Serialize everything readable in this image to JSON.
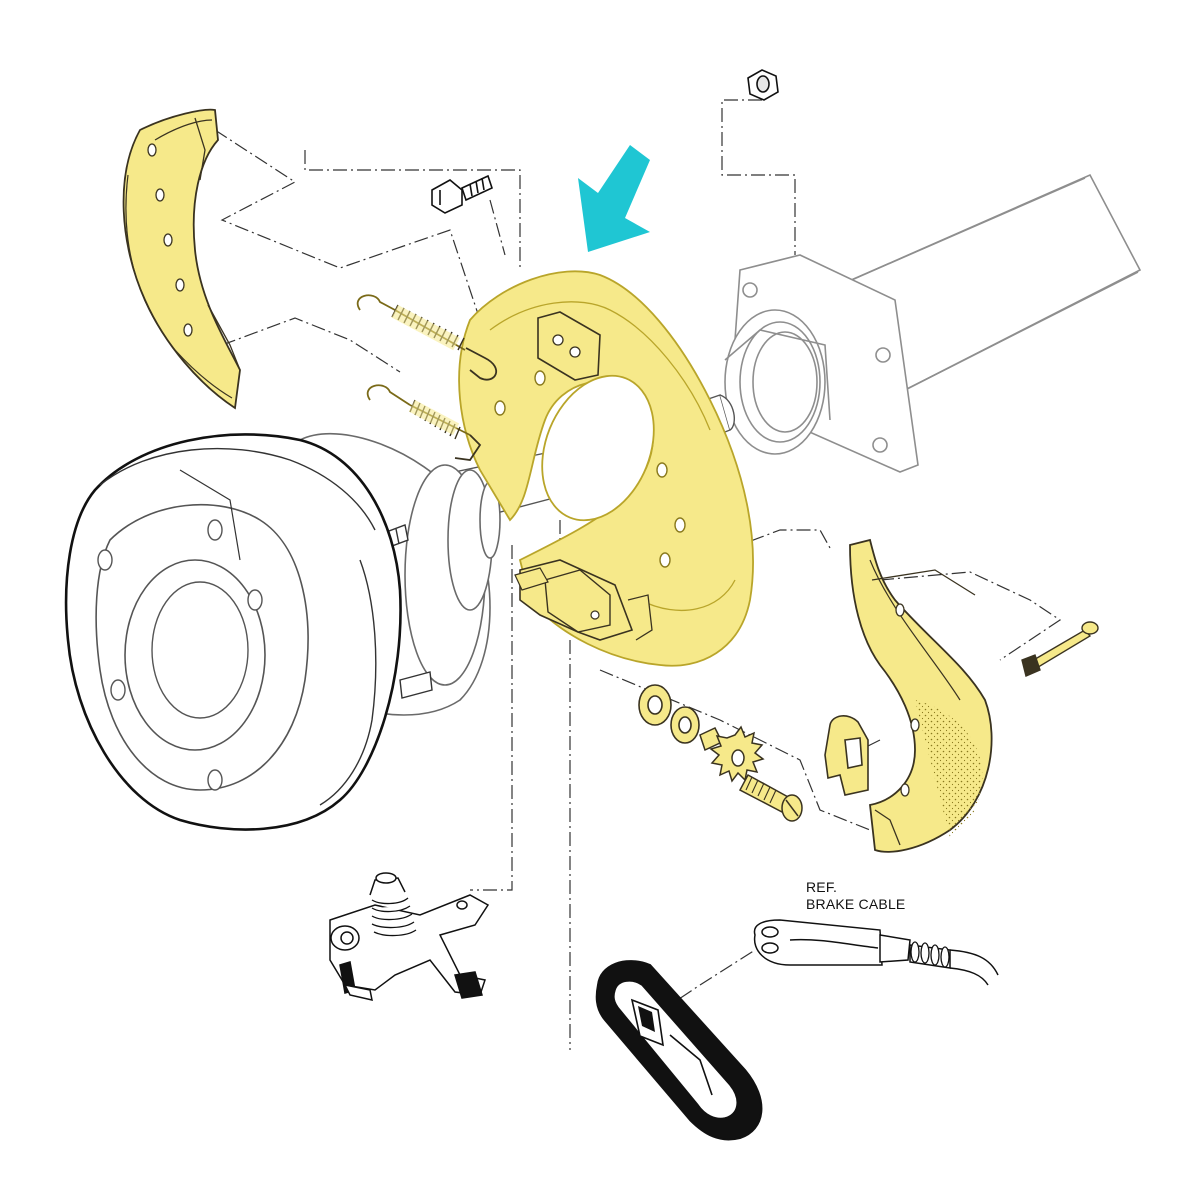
{
  "diagram": {
    "callout": {
      "line1": "REF.",
      "line2": "BRAKE CABLE"
    },
    "colors": {
      "highlight_fill": "#f6e98a",
      "highlight_stroke": "#b9a52a",
      "arrow": "#1fc6d3",
      "line": "#1a1a1a",
      "ghost_line": "#9a9a9a"
    },
    "parts": [
      "brake-shoe-left",
      "brake-shoe-right",
      "backing-plate",
      "return-spring-upper",
      "return-spring-lower",
      "flange-bolt",
      "hex-nut",
      "axle-housing",
      "brake-drum",
      "wheel-hub",
      "actuator-lever-assembly",
      "rubber-grommet",
      "brake-cable-clevis",
      "adjuster-washers",
      "star-wheel-adjuster",
      "adjuster-screw",
      "shoe-clip",
      "clevis-pin"
    ],
    "indicator": "arrow-icon"
  }
}
